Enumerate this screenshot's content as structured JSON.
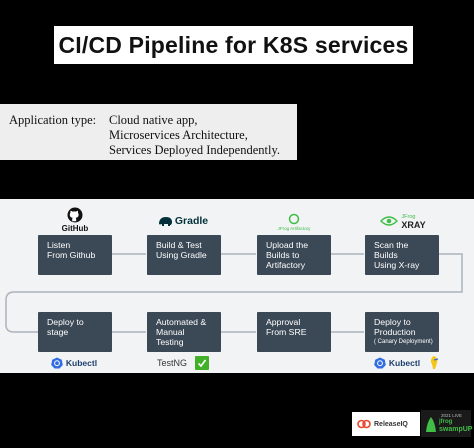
{
  "title": "CI/CD Pipeline for K8S services",
  "application_type": {
    "label": "Application type:",
    "lines": [
      "Cloud native app,",
      "Microservices Architecture,",
      "Services Deployed Independently."
    ]
  },
  "logos": {
    "github": "GitHub",
    "gradle": "Gradle",
    "jfrog_artifactory": "JFrog Artifactory",
    "jfrog_small": "JFrog",
    "xray": "XRAY",
    "kubectl_1": "Kubectl",
    "testng": "TestNG",
    "kubectl_2": "Kubectl"
  },
  "steps_row1": [
    {
      "lines": [
        "Listen",
        "From  Github"
      ]
    },
    {
      "lines": [
        "Build & Test",
        "Using Gradle"
      ]
    },
    {
      "lines": [
        "Upload the",
        "Builds to",
        "Artifactory"
      ]
    },
    {
      "lines": [
        "Scan the",
        "Builds",
        "Using X-ray"
      ]
    }
  ],
  "steps_row2": [
    {
      "lines": [
        "Deploy to",
        "stage"
      ]
    },
    {
      "lines": [
        "Automated &",
        "Manual",
        "Testing"
      ]
    },
    {
      "lines": [
        "Approval",
        "From SRE"
      ]
    },
    {
      "lines": [
        "Deploy to",
        "Production"
      ],
      "note": "( Canary Deployment)"
    }
  ],
  "footer": {
    "releaseiq": "ReleaseIQ",
    "swampup_brand": "jfrog",
    "swampup_name": "swampUP",
    "swampup_tag": "2021 LIVE"
  },
  "colors": {
    "step_box": "#3b4856",
    "panel": "#f1f3f5",
    "connector": "#aab3bc",
    "kubernetes": "#326ce5",
    "gradle": "#02303a",
    "jfrog": "#40be46"
  }
}
